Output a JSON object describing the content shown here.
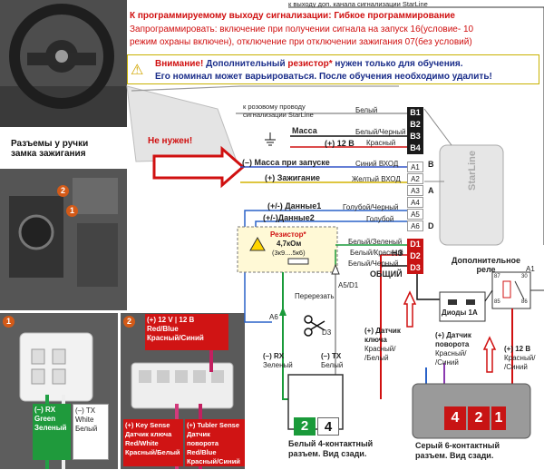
{
  "header": {
    "top_label": "к выходу доп. канала сигнализации StarLine",
    "line1": "К программируемому выходу сигнализации: Гибкое программирование",
    "line2": "Запрограммировать: включение при получении сигнала на запуск 16(условие- 10",
    "line3": "режим охраны включен), отключение при отключении зажигания 07(без условий)"
  },
  "warning": {
    "prefix": "Внимание!",
    "middle": " Дополнительный ",
    "emph": "резистор*",
    "rest": " нужен только для обучения.",
    "line2": "Его номинал может варьироваться. После обучения необходимо удалить!"
  },
  "labels": {
    "connectors_near_lock": "Разъемы у ручки",
    "connectors_near_lock2": "замка зажигания",
    "not_needed": "Не нужен!",
    "to_starline_wire": "к розовому проводу",
    "to_starline_wire2": "сигнализации StarLine",
    "white": "Белый",
    "ground": "Масса",
    "plus12": "(+) 12 В",
    "red": "Красный",
    "ground_start": "(–) Масса при запуске",
    "blue_in": "Синий ВХОД",
    "ignition": "(+) Зажигание",
    "yellow_in": "Желтый ВХОД",
    "data1": "(+/-) Данные1",
    "data1_color": "Голубой/Черный",
    "data2": "(+/-)Данные2",
    "data2_color": "Голубой",
    "resistor_title": "Резистор*",
    "resistor_value": "4,7кОм",
    "resistor_range": "(3к9....5к6)",
    "white_green": "Белый/Зеленый",
    "white_red": "Белый/Красный",
    "white_black": "Белый/Черный",
    "nz": "НЗ",
    "common": "ОБЩИЙ",
    "cut": "Перерезать",
    "a5d1": "A5/D1",
    "a6": "A6",
    "d3": "D3",
    "diodes": "Диоды 1А",
    "extra_relay": "Дополнительное",
    "extra_relay2": "реле",
    "rx": "(–) RX",
    "rx_color": "Зеленый",
    "tx": "(–) TX",
    "tx_color": "Белый",
    "key_sensor": "(+) Датчик",
    "key_sensor2": "ключа",
    "key_sensor_color": "Красный/",
    "key_sensor_color2": "/Белый",
    "turn_sensor": "(+) Датчик",
    "turn_sensor2": "поворота",
    "turn_sensor_color": "Красный/",
    "turn_sensor_color2": "/Синий",
    "plus12_right": "(+) 12 В",
    "plus12_right_color": "Красный/",
    "plus12_right_color2": "/Синий",
    "white_conn": "Белый 4-контактный",
    "white_conn2": "разъем. Вид сзади.",
    "gray_conn": "Серый 6-контактный",
    "gray_conn2": "разъем. Вид сзади.",
    "brand": "StarLine",
    "relay_a1": "A1",
    "relay_terminal_87": "87",
    "relay_terminal_30": "30",
    "relay_terminal_85": "85",
    "relay_terminal_86": "86"
  },
  "pins": {
    "b": [
      "B1",
      "B2",
      "B3",
      "B4"
    ],
    "a": [
      "A1",
      "A2",
      "A3",
      "A4",
      "A5",
      "A6"
    ],
    "d": [
      "D1",
      "D2",
      "D3"
    ],
    "side_b": "B",
    "side_a": "A",
    "side_d": "D"
  },
  "photos": {
    "num1": "1",
    "num2": "2",
    "conn1_rx": "(–) RX",
    "conn1_rx_en": "Green",
    "conn1_rx_ru": "Зеленый",
    "conn1_tx": "(–) TX",
    "conn1_tx_en": "White",
    "conn1_tx_ru": "Белый",
    "conn2_12v": "(+) 12 V",
    "conn2_12b": "12 В",
    "conn2_12_en": "Red/Blue",
    "conn2_12_ru": "Красный/Синий",
    "conn2_key": "(+) Key Sense",
    "conn2_key_ru": "Датчик ключа",
    "conn2_key_en": "Red/White",
    "conn2_key_ru2": "Красный/Белый",
    "conn2_tub": "(+) Tubler Sense",
    "conn2_tub_ru": "Датчик поворота",
    "conn2_tub_en": "Red/Blue",
    "conn2_tub_ru2": "Красный/Синий"
  },
  "connectors": {
    "white_pins": [
      "2",
      "4"
    ],
    "gray_pins": [
      "4",
      "2",
      "1"
    ]
  },
  "colors": {
    "red": "#d01010",
    "pin_red": "#c81414",
    "pin_dark": "#1a1a1a",
    "green": "#1a9a3a",
    "blue_wire": "#2a62c8"
  }
}
